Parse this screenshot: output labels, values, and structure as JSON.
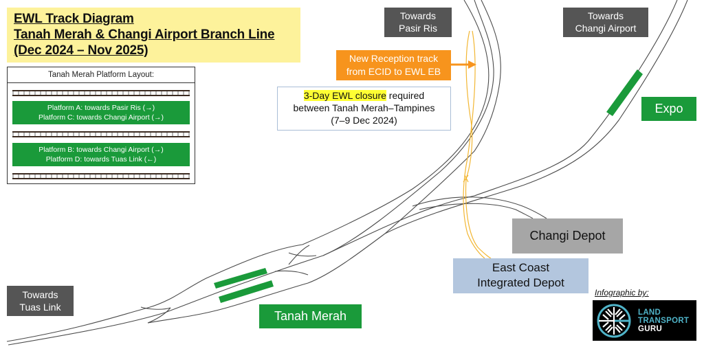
{
  "title": {
    "line1": "EWL Track Diagram",
    "line2": "Tanah Merah & Changi Airport Branch Line",
    "line3": "(Dec 2024 – Nov 2025)"
  },
  "platform_layout": {
    "heading": "Tanah Merah Platform Layout:",
    "platforms": [
      {
        "line1": "Platform A: towards Pasir Ris (→)",
        "line2": "Platform C: towards Changi Airport (→)"
      },
      {
        "line1": "Platform B: towards Changi Airport (→)",
        "line2": "Platform D: towards Tuas Link (←)"
      }
    ]
  },
  "directions": {
    "pasir_ris": {
      "line1": "Towards",
      "line2": "Pasir Ris"
    },
    "changi_airport": {
      "line1": "Towards",
      "line2": "Changi Airport"
    },
    "tuas_link": {
      "line1": "Towards",
      "line2": "Tuas Link"
    }
  },
  "annotations": {
    "reception_track": {
      "line1": "New Reception track",
      "line2": "from ECID to EWL EB"
    },
    "closure": {
      "highlight": "3-Day EWL closure",
      "rest": " required",
      "line2": "between Tanah Merah–Tampines",
      "line3": "(7–9 Dec 2024)"
    }
  },
  "stations": {
    "expo": "Expo",
    "tanah_merah": "Tanah Merah"
  },
  "depots": {
    "changi": "Changi Depot",
    "ecid": {
      "line1": "East Coast",
      "line2": "Integrated Depot"
    }
  },
  "credit": {
    "label": "Infographic by:",
    "logo": {
      "line1": "LAND",
      "line2": "TRANSPORT",
      "line3": "GURU"
    }
  },
  "colors": {
    "station_green": "#1a9a3a",
    "reception_orange": "#f7941d",
    "new_track_yellow": "#f2b632",
    "track_dark": "#444444",
    "logo_teal": "#4fb3c8"
  }
}
